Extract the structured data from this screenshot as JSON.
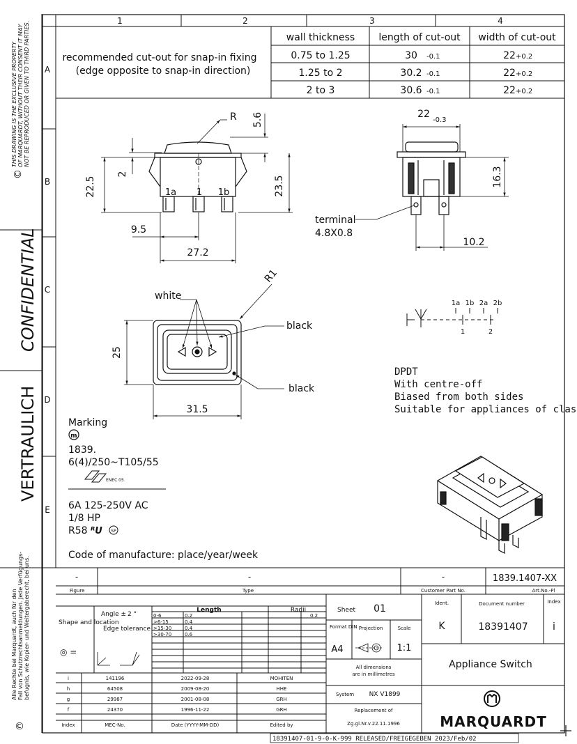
{
  "margin": {
    "notice": [
      "THIS DRAWING IS THE EXCLUSIVE PROPERTY",
      "OF MARQUARDT, WITHOUT THEIR CONSENT IT MAY",
      "NOT BE REPRODUCED OR GIVEN TO THIRD PARTIES."
    ],
    "confidential": "CONFIDENTIAL",
    "vertraulich": "VERTRAULICH",
    "rights": [
      "Alle Rechte bei Marquardt, auch für den",
      "Fall von Schutzrechtsanmeldungen. Jede Verfügungs-",
      "befugnis, wie Kopier- und Weitergaberecht, bei uns."
    ],
    "copyright": "©"
  },
  "grid": {
    "cols": [
      "1",
      "2",
      "3",
      "4"
    ],
    "rows": [
      "A",
      "B",
      "C",
      "D",
      "E"
    ]
  },
  "cutout": {
    "description": [
      "recommended cut-out for snap-in fixing",
      "(edge opposite to snap-in direction)"
    ],
    "headers": [
      "wall thickness",
      "length of cut-out",
      "width of cut-out"
    ],
    "rows": [
      {
        "wall": "0.75 to 1.25",
        "len": "30",
        "len_tol": "-0.1",
        "wid": "22",
        "wid_tol": "+0.2"
      },
      {
        "wall": "1.25 to 2",
        "len": "30.2",
        "len_tol": "-0.1",
        "wid": "22",
        "wid_tol": "+0.2"
      },
      {
        "wall": "2 to 3",
        "len": "30.6",
        "len_tol": "-0.1",
        "wid": "22",
        "wid_tol": "+0.2"
      }
    ]
  },
  "dims": {
    "front": {
      "r": "R",
      "d56": "5.6",
      "d225": "22.5",
      "d2": "2",
      "d235": "23.5",
      "d95": "9.5",
      "d272": "27.2",
      "pin1a": "1a",
      "pin1": "1",
      "pin1b": "1b"
    },
    "side": {
      "d22": "22",
      "d22tol": "-0.3",
      "d163": "16.3",
      "terminal": "terminal",
      "terminal_size": "4.8X0.8",
      "d102": "10.2"
    },
    "top": {
      "white": "white",
      "black1": "black",
      "black2": "black",
      "r1": "R1",
      "d25": "25",
      "d315": "31.5"
    }
  },
  "schematic": {
    "pins_top": [
      "1a",
      "1b",
      "2a",
      "2b"
    ],
    "pins_bottom": [
      "1",
      "2"
    ]
  },
  "description": [
    "DPDT",
    "With centre-off",
    "Biased from both sides",
    "Suitable for appliances of class II"
  ],
  "marking": {
    "title": "Marking",
    "lines": [
      "1839.",
      "6(4)/250~T105/55"
    ],
    "ratings": [
      "6A 125-250V AC",
      "1/8 HP",
      "R58"
    ],
    "code": "Code of manufacture: place/year/week",
    "enec": "ENEC 05"
  },
  "titleblock": {
    "figure_val": "-",
    "type_val": "-",
    "cust_val": "-",
    "artno_val": "1839.1407-XX",
    "figure_lbl": "Figure",
    "type_lbl": "Type",
    "cust_lbl": "Customer Part No.",
    "artno_lbl": "Art.No.-Pl",
    "shape_lbl": "Shape and location",
    "angle_lbl": "Angle ±",
    "angle_val": "2 °",
    "edge_lbl": "Edge tolerance",
    "length_lbl": "Length",
    "radii_lbl": "Radii",
    "len_rows": [
      {
        "range": "0-6",
        "tol": "0.2"
      },
      {
        "range": ">6-15",
        "tol": "0.4"
      },
      {
        "range": ">15-30",
        "tol": "0.4"
      },
      {
        "range": ">30-70",
        "tol": "0.6"
      }
    ],
    "radii_val": "0.2",
    "pm": "±",
    "sheet_lbl": "Sheet",
    "sheet_val": "01",
    "format_lbl": "Format DIN",
    "format_val": "A4",
    "projection_lbl": "Projection",
    "scale_lbl": "Scale",
    "scale_val": "1:1",
    "ident_lbl": "Ident.",
    "ident_val": "K",
    "docno_lbl": "Document number",
    "docno_val": "18391407",
    "index_lbl": "Index",
    "index_val": "i",
    "dims_note": [
      "All dimensions",
      "are in millimetres"
    ],
    "system_lbl": "System",
    "system_val": "NX V1899",
    "replacement": [
      "Replacement of",
      "Zg.gl.Nr.v.22.11.1996"
    ],
    "product": "Appliance Switch",
    "brand": "MARQUARDT",
    "revisions": [
      {
        "idx": "i",
        "mec": "141196",
        "date": "2022-09-28",
        "by": "MOHITEN"
      },
      {
        "idx": "h",
        "mec": "64508",
        "date": "2009-08-20",
        "by": "HHE"
      },
      {
        "idx": "g",
        "mec": "29987",
        "date": "2001-08-08",
        "by": "GRH"
      },
      {
        "idx": "f",
        "mec": "24370",
        "date": "1996-11-22",
        "by": "GRH"
      }
    ],
    "rev_headers": [
      "Index",
      "MEC-No.",
      "Date (YYYY-MM-DD)",
      "Edited by"
    ]
  },
  "footer": "18391407-01-9-0-K-999 RELEASED/FREIGEGEBEN 2023/Feb/02"
}
